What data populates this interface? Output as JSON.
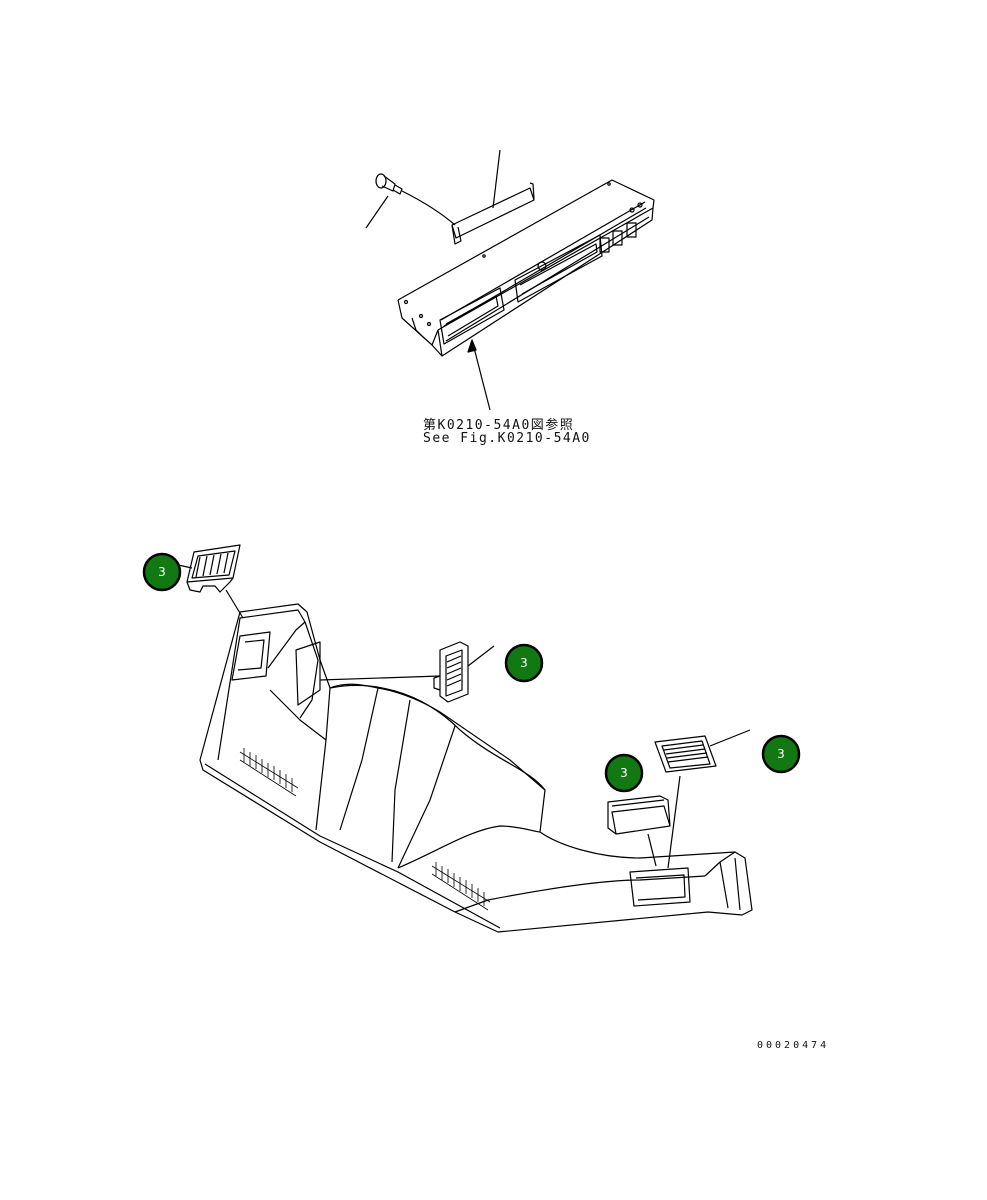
{
  "reference": {
    "line_jp": "第K0210-54A0図参照",
    "line_en": "See Fig.K0210-54A0"
  },
  "callouts": [
    {
      "label": "3"
    },
    {
      "label": "3"
    },
    {
      "label": "3"
    },
    {
      "label": "3"
    }
  ],
  "drawing_number": "00020474",
  "colors": {
    "callout_fill": "#127812",
    "callout_stroke": "#000000",
    "line": "#000000"
  }
}
